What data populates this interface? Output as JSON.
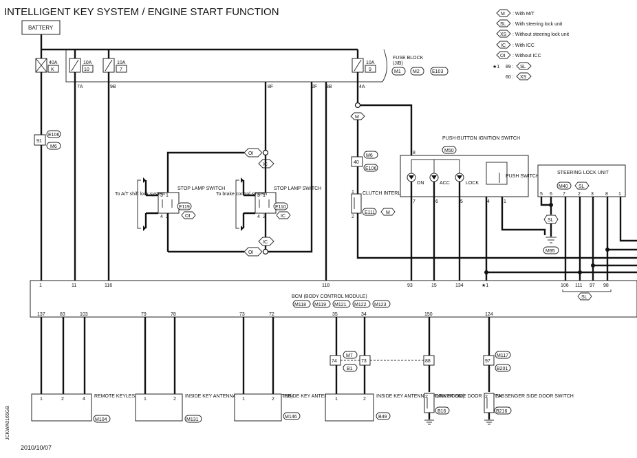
{
  "title": "INTELLIGENT KEY SYSTEM / ENGINE START FUNCTION",
  "date": "2010/10/07",
  "side_code": "JCKWA0165GB",
  "battery": "BATTERY",
  "legend": [
    {
      "code": "M",
      "text": ": With M/T"
    },
    {
      "code": "SL",
      "text": ": With steering lock unit"
    },
    {
      "code": "XS",
      "text": ": Without steering lock unit"
    },
    {
      "code": "IC",
      "text": ": With ICC"
    },
    {
      "code": "OI",
      "text": ": Without ICC"
    }
  ],
  "note": {
    "star": "★1",
    "line1": "89 :",
    "tag1": "SL",
    "line2": "60 :",
    "tag2": "XS"
  },
  "fuse_block": {
    "label": "FUSE BLOCK",
    "sub": "(J/B)",
    "conn": [
      "M1",
      "M2",
      "E103"
    ]
  },
  "fuses": [
    {
      "amp": "40A",
      "id": "K"
    },
    {
      "amp": "10A",
      "id": "10"
    },
    {
      "amp": "10A",
      "id": "7"
    },
    {
      "amp": "10A",
      "id": "9"
    }
  ],
  "fuse_pins": [
    "7A",
    "9B",
    "8F",
    "2F",
    "3B",
    "4A"
  ],
  "connectors": {
    "e106": "E106",
    "m6": "M6",
    "pin91": "91",
    "pin40": "40",
    "oi": "OI",
    "ic": "IC",
    "m": "M",
    "sl": "SL",
    "m95": "M95"
  },
  "stop_lamp_1": {
    "label": "STOP LAMP SWITCH",
    "conn": "E119",
    "tag": "OI",
    "note": "To A/T shift lock system",
    "pins": [
      "3",
      "1",
      "4",
      "2"
    ]
  },
  "stop_lamp_2": {
    "label": "STOP LAMP SWITCH",
    "conn": "E110",
    "tag": "IC",
    "note": "To brake control system",
    "pins": [
      "3",
      "1",
      "4",
      "2"
    ]
  },
  "clutch": {
    "label": "CLUTCH INTERLOCK SWITCH",
    "conn": "E111",
    "tag": "M",
    "pins": [
      "1",
      "2"
    ]
  },
  "push_button": {
    "label": "PUSH-BUTTON IGNITION SWITCH",
    "conn": "M50",
    "pin_top": "8",
    "leds": [
      "ON",
      "ACC",
      "LOCK"
    ],
    "switch": "PUSH SWITCH",
    "pins": [
      "7",
      "6",
      "5",
      "4",
      "1"
    ]
  },
  "steering": {
    "label": "STEERING LOCK UNIT",
    "conn": "M40",
    "tag": "SL",
    "pins": [
      "5",
      "6",
      "7",
      "2",
      "3",
      "8",
      "1"
    ]
  },
  "bcm": {
    "label": "BCM (BODY CONTROL MODULE)",
    "conn": [
      "M118",
      "M119",
      "M121",
      "M122",
      "M123"
    ],
    "top_pins": [
      "1",
      "11",
      "116",
      "118",
      "93",
      "15",
      "134",
      "★1",
      "106",
      "111",
      "97",
      "98"
    ],
    "bottom_pins": [
      "137",
      "83",
      "103",
      "79",
      "78",
      "73",
      "72",
      "35",
      "34",
      "150",
      "124"
    ],
    "sl_tag": "SL"
  },
  "components": [
    {
      "label": "REMOTE KEYLESS ENTRY RECEIVER",
      "conn": "M104",
      "pins": [
        "1",
        "2",
        "4"
      ]
    },
    {
      "label": "INSIDE KEY ANTENNA (INSTRUMENT CENTER)",
      "conn": "M131",
      "pins": [
        "1",
        "2"
      ]
    },
    {
      "label": "INSIDE KEY ANTENNA (CONSOLE)",
      "conn": "M146",
      "pins": [
        "1",
        "2"
      ]
    },
    {
      "label": "INSIDE KEY ANTENNA (TRUNK ROOM)",
      "conn": "B49",
      "pins": [
        "1",
        "2"
      ]
    },
    {
      "label": "DRIVER SIDE DOOR SWITCH",
      "conn": "B16",
      "pin": "2"
    },
    {
      "label": "PASSENGER SIDE DOOR SWITCH",
      "conn": "B216",
      "pin": "2"
    }
  ],
  "joints": {
    "m7": "M7",
    "b1": "B1",
    "p74": "74",
    "p73": "73",
    "p88": "88",
    "p97": "97",
    "m117": "M117",
    "b201": "B201"
  }
}
